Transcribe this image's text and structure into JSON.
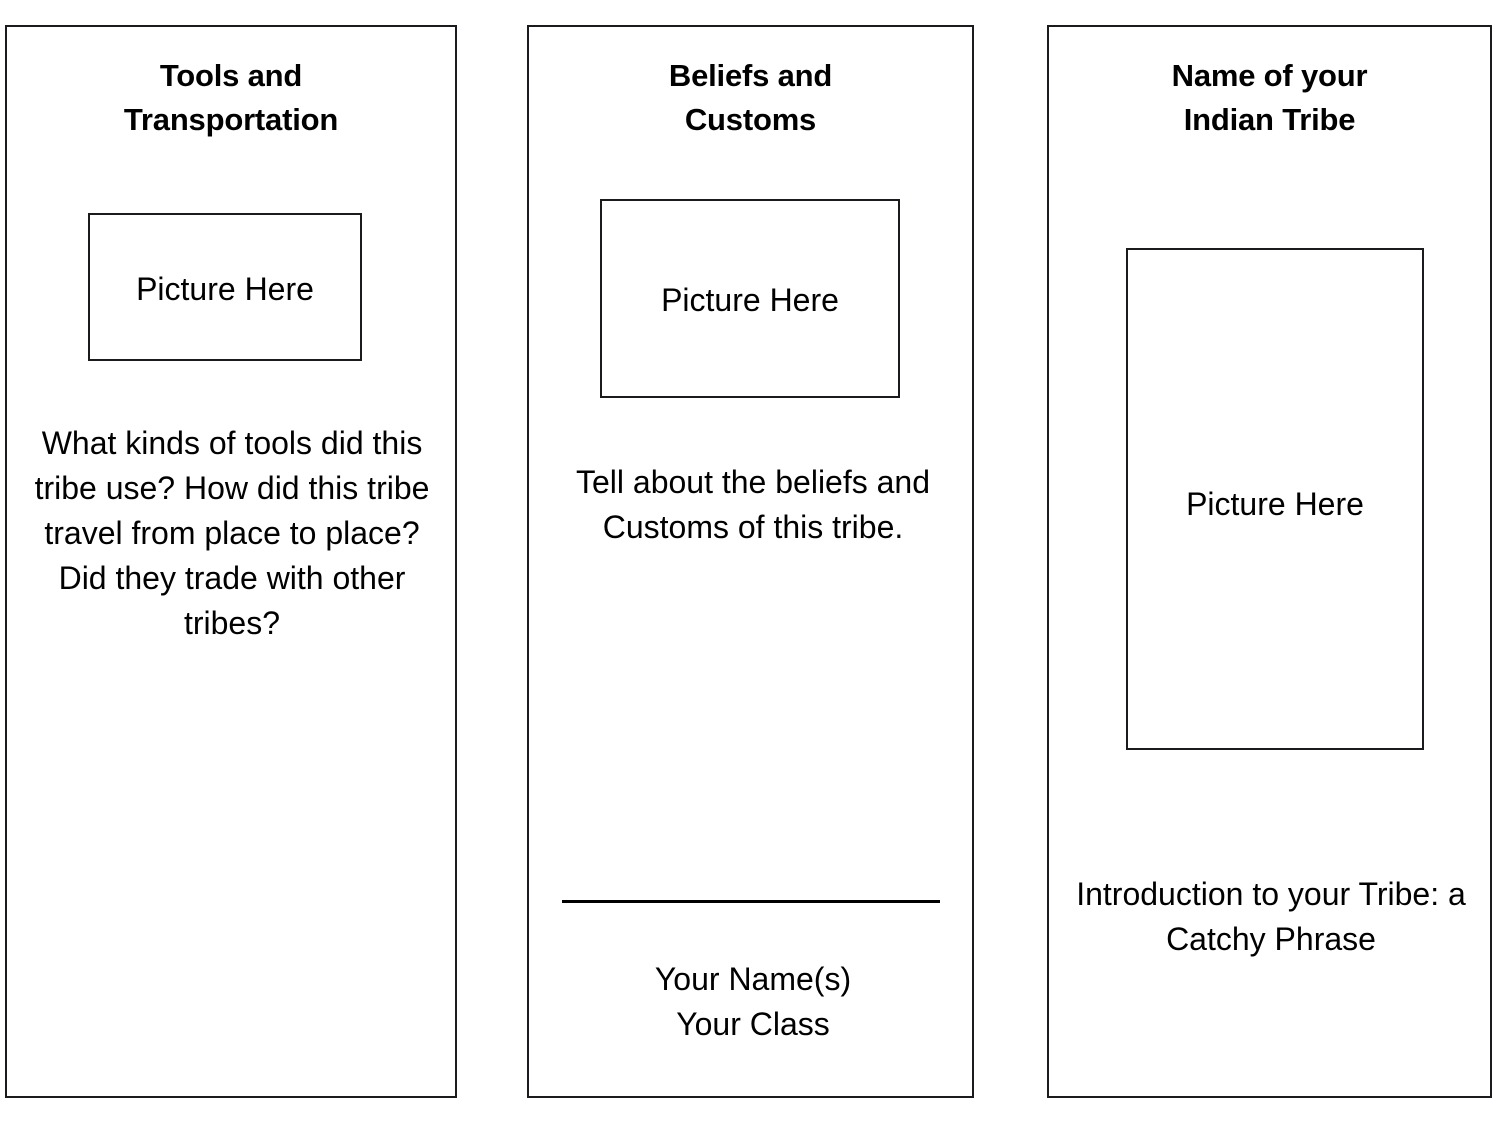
{
  "document": {
    "type": "tri-fold brochure template",
    "background_color": "#ffffff",
    "line_color": "#1b1b1f",
    "text_color": "#000000"
  },
  "panels": [
    {
      "id": "tools-and-transportation",
      "heading": "Tools and\nTransportation",
      "picture_placeholder_label": "Picture Here",
      "body_text": "What kinds of tools did this tribe use? How did this tribe travel from place to place? Did they trade with other tribes?"
    },
    {
      "id": "beliefs-and-customs",
      "heading": "Beliefs and\nCustoms",
      "picture_placeholder_label": "Picture Here",
      "body_text": "Tell about the beliefs and Customs of this tribe.",
      "signature_line": true,
      "signature_text": "Your Name(s)\nYour Class"
    },
    {
      "id": "name-of-your-indian-tribe",
      "heading": "Name of your\nIndian Tribe",
      "picture_placeholder_label": "Picture Here",
      "body_text": "Introduction to your Tribe: a Catchy Phrase"
    }
  ]
}
